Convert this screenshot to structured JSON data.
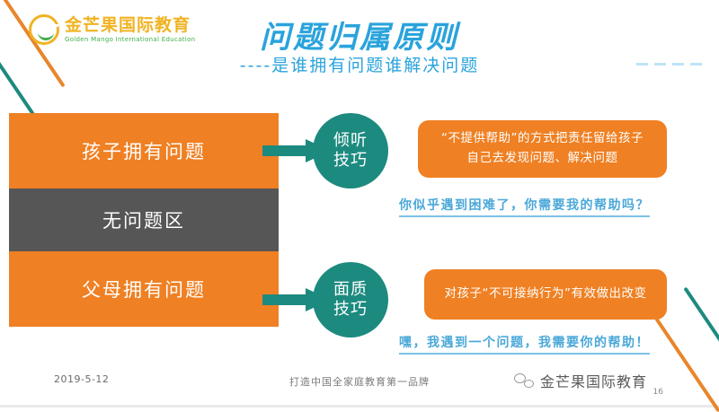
{
  "brand": {
    "logo_cn": "金芒果国际教育",
    "logo_en": "Golden Mango International Education",
    "logo_mark_icon": "golden-mango-circle-icon"
  },
  "header": {
    "title": "问题归属原则",
    "subtitle": "----是谁拥有问题谁解决问题",
    "title_color": "#29a3dc"
  },
  "bands": [
    {
      "label": "孩子拥有问题",
      "color": "#ef8023"
    },
    {
      "label": "无问题区",
      "color": "#565656"
    },
    {
      "label": "父母拥有问题",
      "color": "#ef8023"
    }
  ],
  "arrows": [
    {
      "icon": "right-arrow-icon",
      "color": "#1d8a7f"
    },
    {
      "icon": "right-arrow-icon",
      "color": "#1d8a7f"
    }
  ],
  "circles": [
    {
      "line1": "倾听",
      "line2": "技巧",
      "color": "#1d8a7f"
    },
    {
      "line1": "面质",
      "line2": "技巧",
      "color": "#1d8a7f"
    }
  ],
  "callouts": [
    {
      "line1": "“不提供帮助”的方式把责任留给孩子",
      "line2": "自己去发现问题、解决问题",
      "color": "#ef8023"
    },
    {
      "line1": "对孩子“不可接纳行为”有效做出改变",
      "line2": "",
      "color": "#ef8023"
    }
  ],
  "scripts": [
    {
      "text": "你似乎遇到困难了，你需要我的帮助吗？",
      "color": "#4aa8d8"
    },
    {
      "text": "嘿，我遇到一个问题，我需要你的帮助！",
      "color": "#4aa8d8"
    }
  ],
  "footer": {
    "date": "2019-5-12",
    "slogan": "打造中国全家庭教育第一品牌",
    "wechat_name": "金芒果国际教育",
    "wechat_icon": "wechat-icon",
    "page_number": "16"
  },
  "decorations": {
    "orange": "#e8862c",
    "teal": "#1d8a7f",
    "dash_color": "#bfe3f5"
  }
}
